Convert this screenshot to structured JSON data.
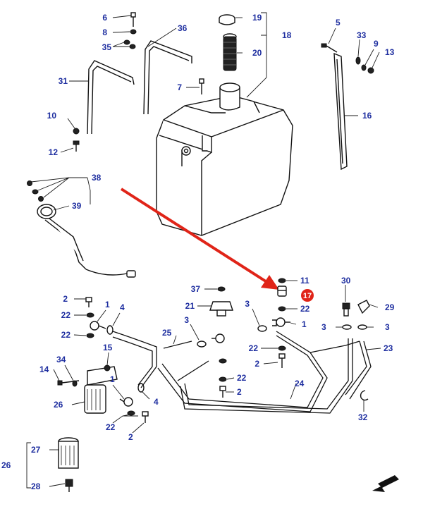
{
  "colors": {
    "label": "#1f2fa0",
    "highlight_arrow": "#e02418",
    "highlight_badge": "#e02418",
    "line": "#111111"
  },
  "callouts": {
    "c1a": "1",
    "c1b": "1",
    "c1c": "1",
    "c2a": "2",
    "c2b": "2",
    "c2c": "2",
    "c2d": "2",
    "c3a": "3",
    "c3b": "3",
    "c3c": "3",
    "c3d": "3",
    "c4a": "4",
    "c4b": "4",
    "c5": "5",
    "c6": "6",
    "c7": "7",
    "c8": "8",
    "c9": "9",
    "c10": "10",
    "c11": "11",
    "c12": "12",
    "c13": "13",
    "c14": "14",
    "c15": "15",
    "c16": "16",
    "c17": "17",
    "c18": "18",
    "c19": "19",
    "c20": "20",
    "c21": "21",
    "c22a": "22",
    "c22b": "22",
    "c22c": "22",
    "c22d": "22",
    "c22e": "22",
    "c22f": "22",
    "c23": "23",
    "c24": "24",
    "c25": "25",
    "c26a": "26",
    "c26b": "26",
    "c27": "27",
    "c28": "28",
    "c29": "29",
    "c30": "30",
    "c31": "31",
    "c32": "32",
    "c33": "33",
    "c34": "34",
    "c35": "35",
    "c36": "36",
    "c37": "37",
    "c38": "38",
    "c39": "39"
  },
  "icons": {
    "highlight": "red-arrow-icon",
    "orientation": "direction-arrow-icon"
  }
}
